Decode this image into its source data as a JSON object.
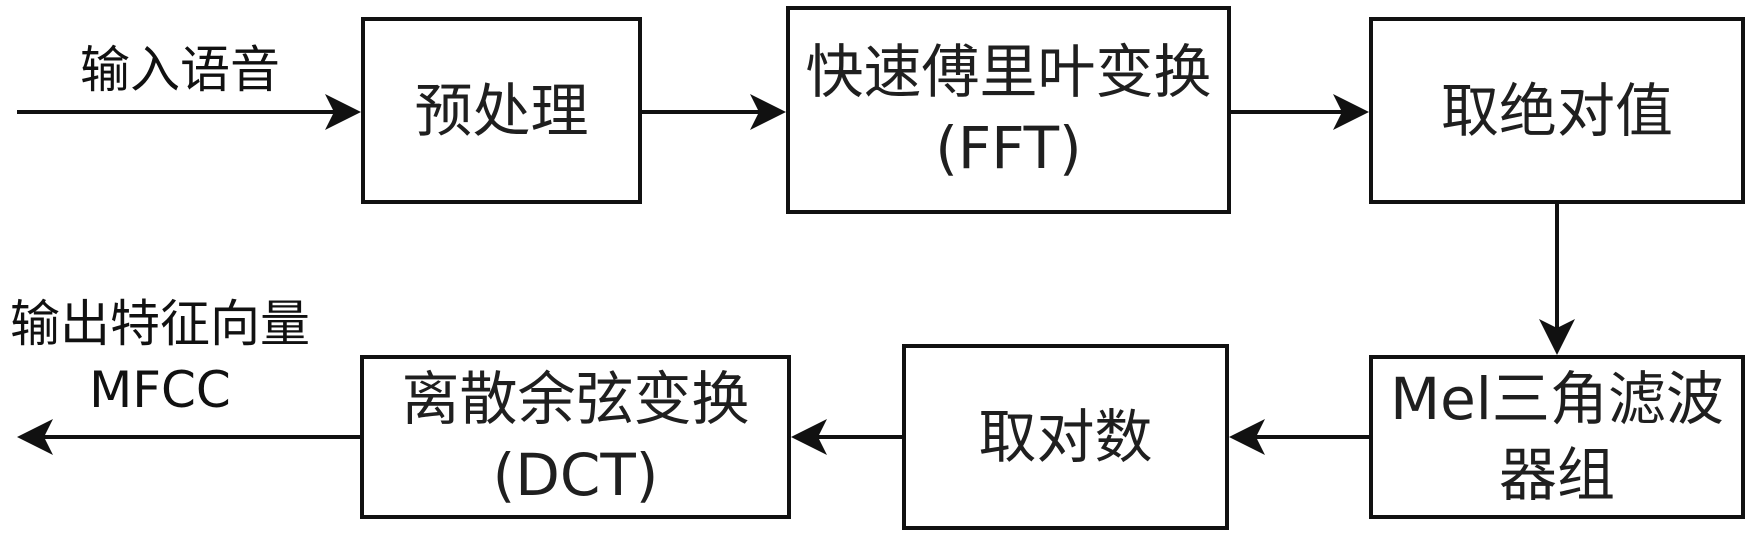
{
  "input_label": "输入语音",
  "output_label": {
    "line1": "输出特征向量",
    "line2": "MFCC"
  },
  "blocks": {
    "preprocess": {
      "line1": "预处理"
    },
    "fft": {
      "line1": "快速傅里叶变换",
      "line2": "(FFT)"
    },
    "abs": {
      "line1": "取绝对值"
    },
    "mel": {
      "line1": "Mel三角滤波",
      "line2": "器组"
    },
    "log": {
      "line1": "取对数"
    },
    "dct": {
      "line1": "离散余弦变换",
      "line2": "(DCT)"
    }
  },
  "colors": {
    "stroke": "#111111",
    "text": "#1f1f1f",
    "background": "#ffffff"
  }
}
